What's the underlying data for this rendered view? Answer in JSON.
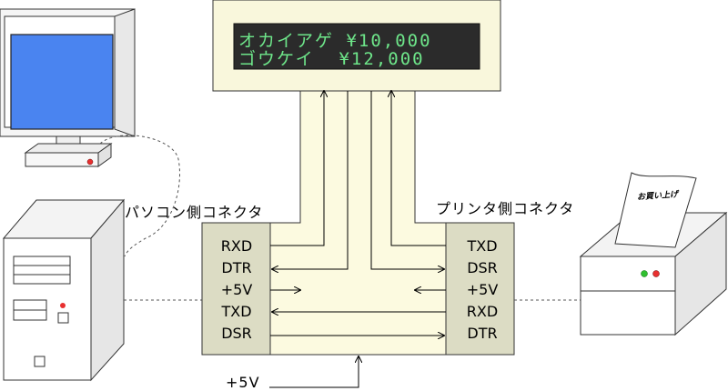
{
  "display": {
    "line1": "オカイアゲ ¥10,000",
    "line2": "ゴウケイ  ¥12,000",
    "bg_color": "#f9f7dc",
    "screen_color": "#2b2b2b",
    "text_color": "#6ee68a"
  },
  "pc_connector": {
    "label": "パソコン側コネクタ",
    "pins": [
      "RXD",
      "DTR",
      "+5V",
      "TXD",
      "DSR"
    ]
  },
  "printer_connector": {
    "label": "プリンタ側コネクタ",
    "pins": [
      "TXD",
      "DSR",
      "+5V",
      "RXD",
      "DTR"
    ]
  },
  "power_input_label": "+5V",
  "receipt_text": "お買い上げ",
  "colors": {
    "connector_fill": "#dcdcc4",
    "bus_fill": "#fcfae0",
    "monitor_screen": "#4a84f0",
    "led_red": "#e83030",
    "led_green": "#30c030"
  },
  "icons": [
    "monitor-icon",
    "pc-tower-icon",
    "printer-icon",
    "receipt-icon"
  ]
}
